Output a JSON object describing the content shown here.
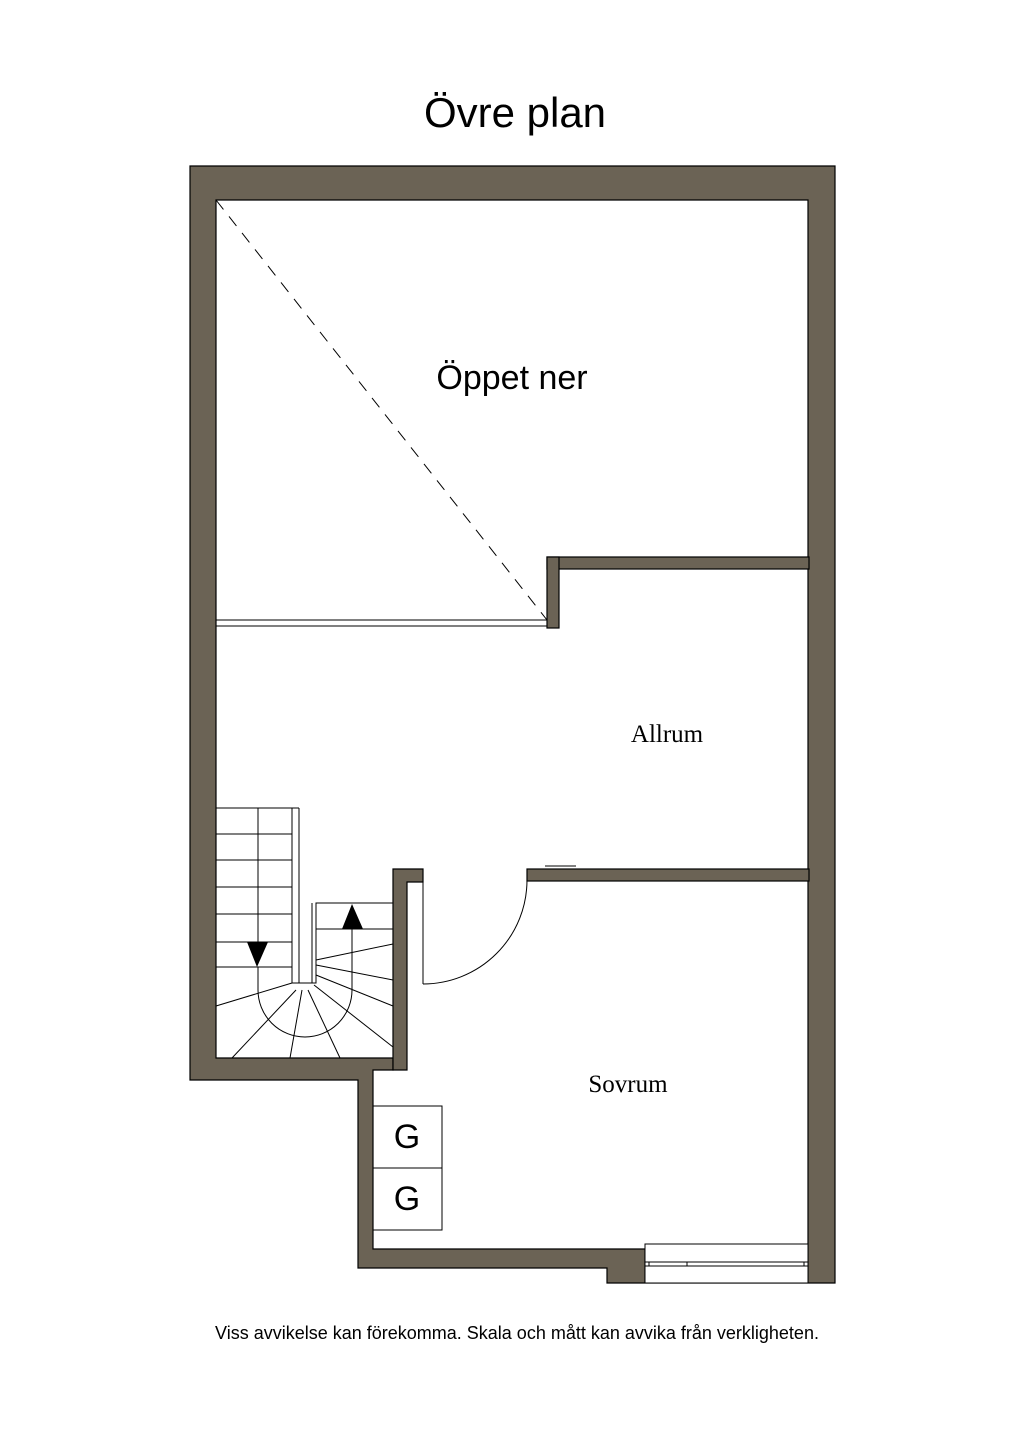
{
  "title": "Övre plan",
  "rooms": {
    "open_below": "Öppet ner",
    "family_room": "Allrum",
    "bedroom": "Sovrum"
  },
  "wardrobes": [
    "G",
    "G"
  ],
  "disclaimer": "Viss avvikelse kan förekomma. Skala och mått kan avvika från verkligheten.",
  "colors": {
    "wall": "#6b6355",
    "line": "#000000",
    "background": "#ffffff"
  }
}
